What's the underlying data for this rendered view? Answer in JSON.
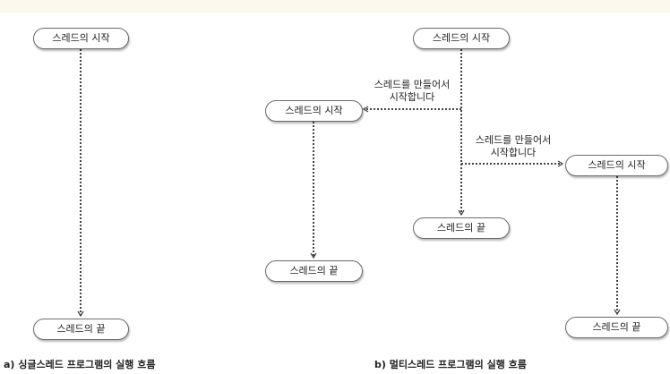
{
  "panel_a": {
    "start_label": "스레드의 시작",
    "end_label": "스레드의 끝",
    "caption": "a) 싱글스레드 프로그램의 실행 흐름"
  },
  "panel_b": {
    "main_start_label": "스레드의 시작",
    "main_end_label": "스레드의 끝",
    "thread1_start_label": "스레드의 시작",
    "thread1_end_label": "스레드의 끝",
    "thread2_start_label": "스레드의 시작",
    "thread2_end_label": "스레드의 끝",
    "spawn1_line1": "스레드를 만들어서",
    "spawn1_line2": "시작합니다",
    "spawn2_line1": "스레드를 만들어서",
    "spawn2_line2": "시작합니다",
    "caption": "b) 멀티스레드 프로그램의 실행 흐름"
  },
  "colors": {
    "line": "#444444",
    "pill_border": "#6b6b6b",
    "top_band": "#fdf8ee"
  }
}
